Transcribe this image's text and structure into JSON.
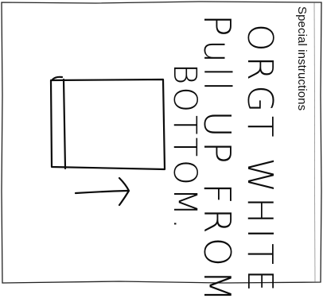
{
  "form": {
    "section_label": "Special instructions"
  },
  "handwritten_note": {
    "line1": "ORGT WHITE",
    "line2": "Pull UP FROM",
    "line3": "BOTTOM."
  },
  "sketch": {
    "shape": "box-with-flap",
    "arrow_direction": "right"
  },
  "colors": {
    "ink": "#0c0c0c",
    "paper": "#ffffff"
  }
}
